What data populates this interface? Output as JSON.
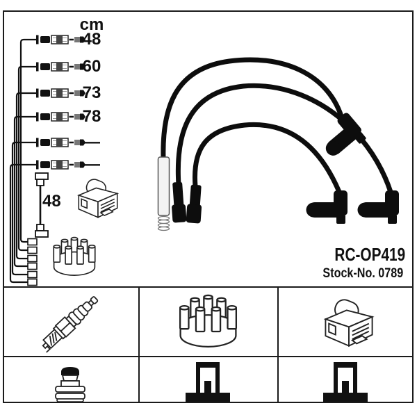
{
  "product": {
    "part_number": "RC-OP419",
    "stock_number_label": "Stock-No. 0789"
  },
  "schematic": {
    "unit_label": "cm",
    "cable_lengths": [
      {
        "label": "48"
      },
      {
        "label": "60"
      },
      {
        "label": "73"
      },
      {
        "label": "78"
      },
      {
        "label": "—"
      },
      {
        "label": "—"
      }
    ],
    "coil_cable_length_label": "48"
  },
  "icons": {
    "ignition_coil": "ignition-coil-icon",
    "distributor_cap": "distributor-cap-icon",
    "spark_plug": "spark-plug-icon",
    "terminal_nut": "sae-terminal-nut-icon",
    "din_terminal": "din-terminal-icon"
  },
  "colors": {
    "line": "#111111",
    "frame": "#1a1a1a",
    "background": "#ffffff"
  }
}
